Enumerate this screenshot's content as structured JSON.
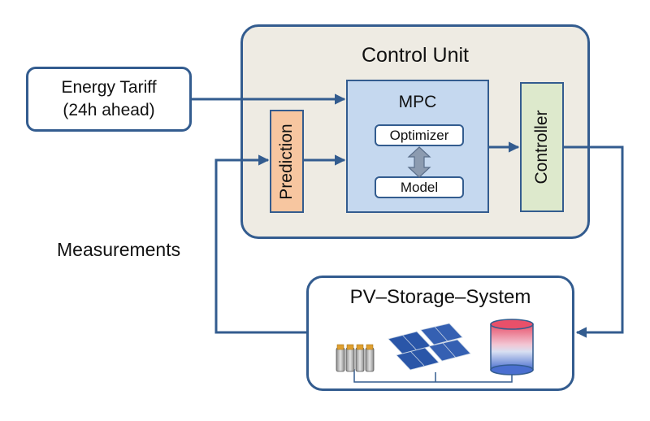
{
  "control_unit": {
    "title": "Control Unit"
  },
  "tariff": {
    "line1": "Energy Tariff",
    "line2": "(24h ahead)"
  },
  "prediction": {
    "label": "Prediction"
  },
  "mpc": {
    "title": "MPC",
    "optimizer": "Optimizer",
    "model": "Model"
  },
  "controller": {
    "label": "Controller"
  },
  "measurements": {
    "label": "Measurements"
  },
  "pv_system": {
    "title": "PV–Storage–System"
  },
  "colors": {
    "border": "#335c8f",
    "control_unit_fill": "#eeebe3",
    "prediction_fill": "#f7c6a0",
    "mpc_fill": "#c5d8ef",
    "controller_fill": "#dde9cc",
    "tank_top": "#e8506a",
    "tank_bottom": "#4a6fd0"
  }
}
